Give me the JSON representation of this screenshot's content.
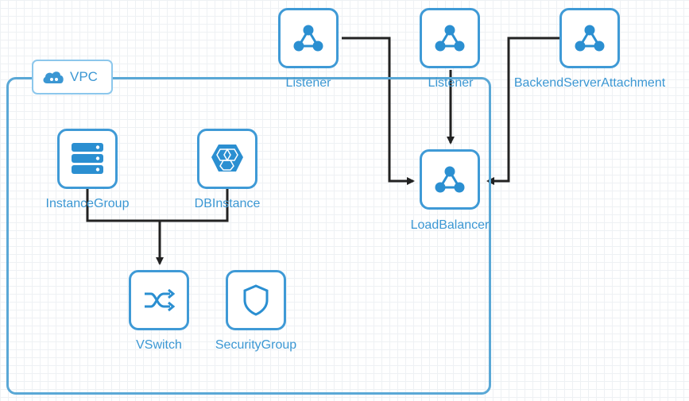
{
  "vpc": {
    "label": "VPC"
  },
  "nodes": {
    "listener_1": {
      "label": "Listener"
    },
    "listener_2": {
      "label": "Listener"
    },
    "backend_attachment": {
      "label": "BackendServerAttachment"
    },
    "load_balancer": {
      "label": "LoadBalancer"
    },
    "instance_group": {
      "label": "InstanceGroup"
    },
    "db_instance": {
      "label": "DBInstance"
    },
    "vswitch": {
      "label": "VSwitch"
    },
    "security_group": {
      "label": "SecurityGroup"
    }
  },
  "icons": {
    "listener_1": "network-icon",
    "listener_2": "network-icon",
    "backend_attachment": "network-icon",
    "load_balancer": "network-icon",
    "instance_group": "server-stack-icon",
    "db_instance": "database-hexagon-icon",
    "vswitch": "switch-arrows-icon",
    "security_group": "shield-icon",
    "vpc": "cloud-icon"
  },
  "colors": {
    "accent": "#3f9ad6",
    "icon": "#2b8fd1",
    "connector": "#222222",
    "label": "#3b97d3"
  }
}
